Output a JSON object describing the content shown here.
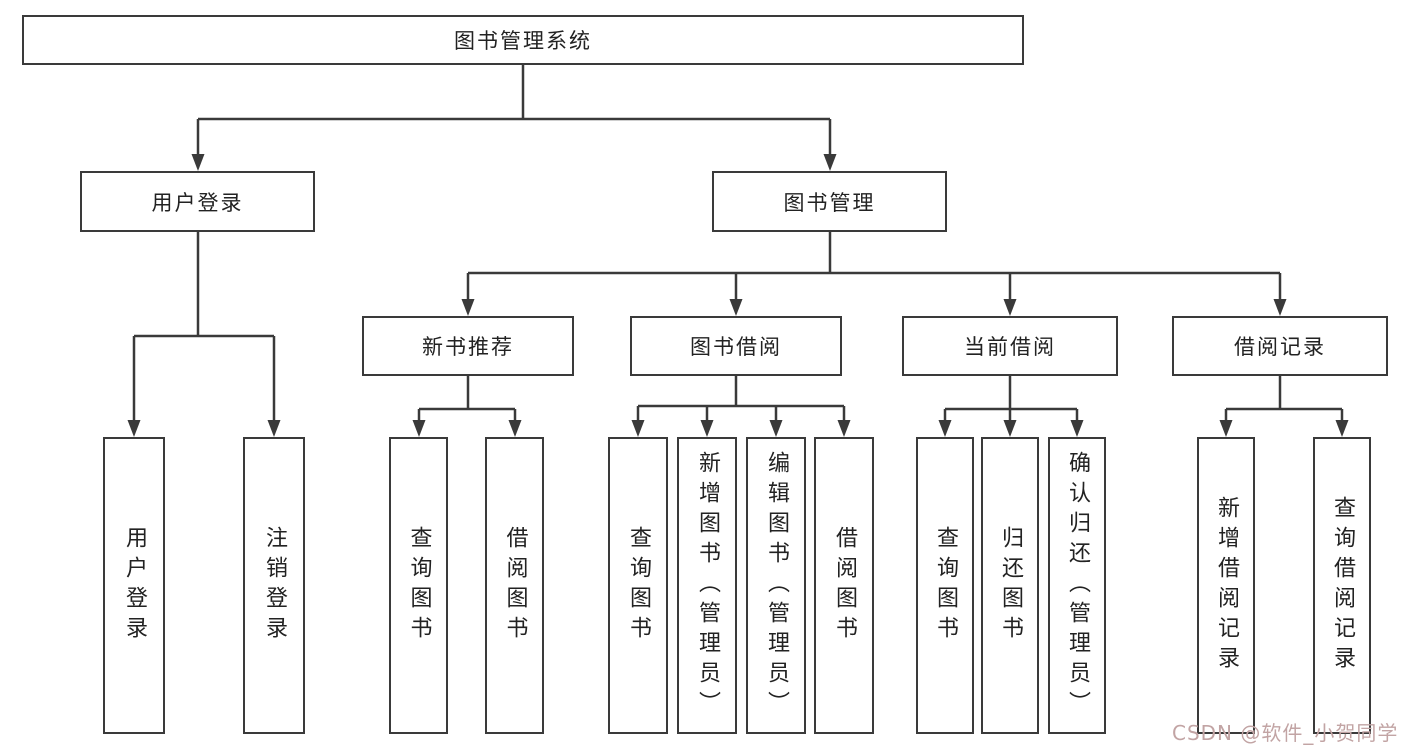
{
  "diagram": {
    "root": {
      "label": "图书管理系统"
    },
    "level2": [
      {
        "label": "用户登录"
      },
      {
        "label": "图书管理"
      }
    ],
    "level3": [
      {
        "label": "新书推荐"
      },
      {
        "label": "图书借阅"
      },
      {
        "label": "当前借阅"
      },
      {
        "label": "借阅记录"
      }
    ],
    "leaves": {
      "user": [
        "用户登录",
        "注销登录"
      ],
      "newbook": [
        "查询图书",
        "借阅图书"
      ],
      "borrow": [
        "查询图书",
        "新增图书（管理员）",
        "编辑图书（管理员）",
        "借阅图书"
      ],
      "current": [
        "查询图书",
        "归还图书",
        "确认归还（管理员）"
      ],
      "record": [
        "新增借阅记录",
        "查询借阅记录"
      ]
    }
  },
  "watermark": {
    "text": "CSDN @软件_小贺同学"
  },
  "colors": {
    "line": "#3a3a3a",
    "box_border": "#3a3a3a",
    "text": "#222222",
    "watermark": "#c2a4a4",
    "background": "#ffffff"
  }
}
